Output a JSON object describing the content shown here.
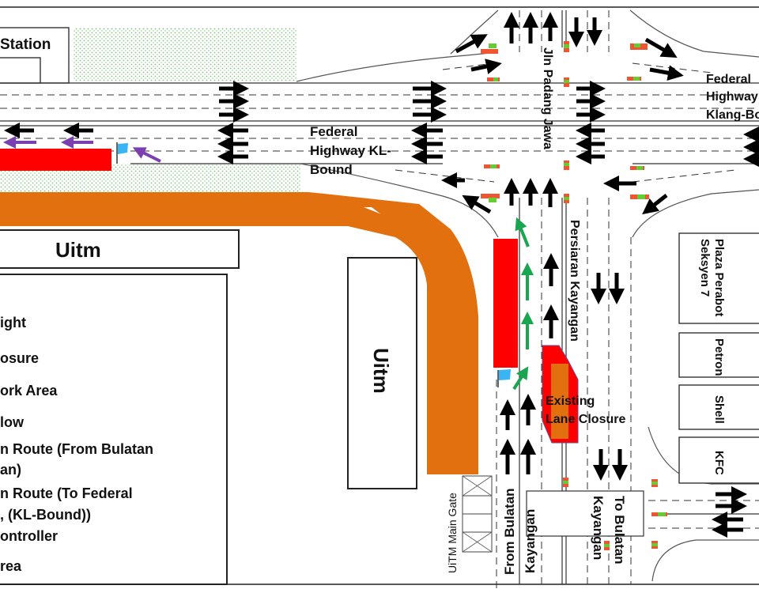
{
  "map": {
    "labels": {
      "station": "Station",
      "federal_kl_line1": "Federal",
      "federal_kl_line2": "Highway KL-",
      "federal_kl_line3": "Bound",
      "federal_klang_line1": "Federal",
      "federal_klang_line2": "Highway",
      "federal_klang_line3": "Klang-Bo",
      "jln_padang_jawa": "Jln Padang Jawa",
      "persiaran_kayangan": "Persiaran Kayangan",
      "uitm_top": "Uitm",
      "uitm_side": "Uitm",
      "existing_closure_line1": "Existing",
      "existing_closure_line2": "Lane Closure",
      "uitm_main_gate": "UiTM Main Gate",
      "from_bulatan": "From  Bulatan",
      "kayangan_left": "Kayangan",
      "kayangan_right": "Kayangan",
      "to_bulatan": "To Bulatan",
      "plaza_line1": "Plaza Perabot",
      "plaza_line2": "Seksyen 7",
      "petron": "Petron",
      "shell": "Shell",
      "kfc": "KFC"
    },
    "legend": {
      "items": [
        "ight",
        "osure",
        "ork Area",
        "low",
        "n Route (From Bulatan",
        "an)",
        "n Route (To Federal",
        ", (KL-Bound))",
        "ontroller",
        "rea"
      ]
    },
    "colors": {
      "closure_red": "#ff0000",
      "diversion_orange": "#e2700f",
      "green_route": "#1aa650",
      "purple_route": "#7a3fb0",
      "flag_blue": "#3ab4f2",
      "grass_green": "#9fd19b"
    }
  }
}
